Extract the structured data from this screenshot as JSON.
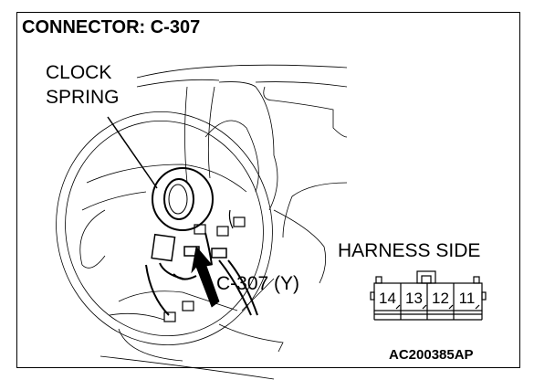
{
  "title": "CONNECTOR: C-307",
  "labels": {
    "clock_spring_line1": "CLOCK",
    "clock_spring_line2": "SPRING",
    "connector_callout": "C-307 (Y)",
    "harness_side": "HARNESS SIDE",
    "figure_code": "AC200385AP"
  },
  "connector_pins": [
    "14",
    "13",
    "12",
    "11"
  ]
}
